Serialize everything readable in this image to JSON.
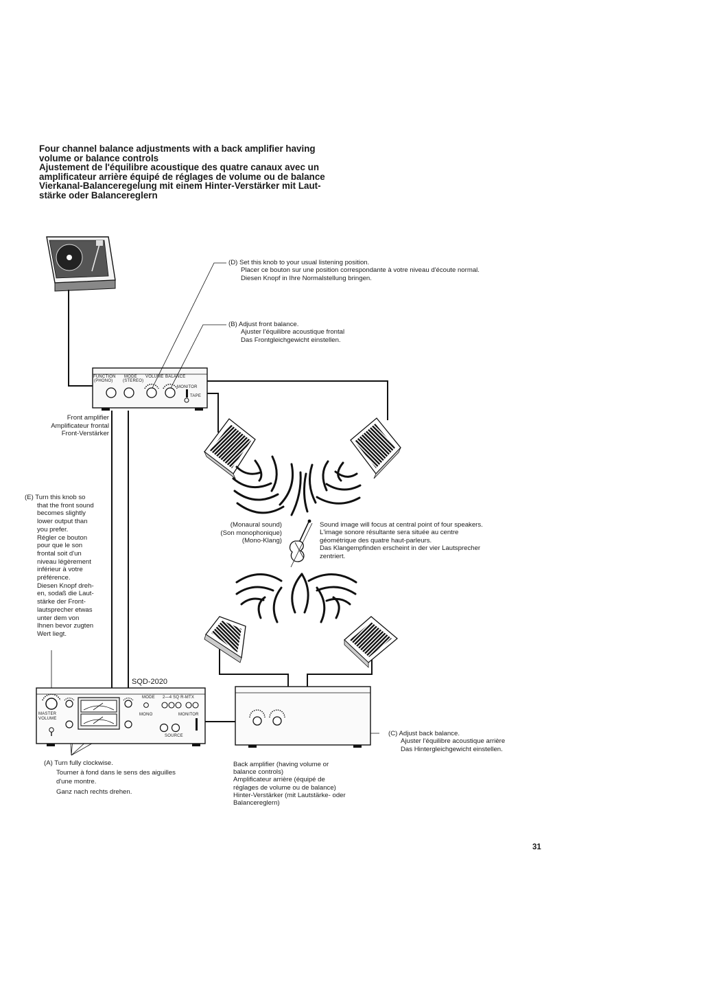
{
  "heading": {
    "en_1": "Four channel balance adjustments with a back amplifier having",
    "en_2": "volume or balance controls",
    "fr_1": "Ajustement de l'équilibre acoustique des quatre canaux avec un",
    "fr_2": "amplificateur arrière équipé de réglages de volume ou de balance",
    "de_1": "Vierkanal-Balanceregelung mit einem Hinter-Verstärker mit Laut-",
    "de_2": "stärke oder Balancereglern"
  },
  "note_d": {
    "en": "(D) Set this knob to your usual listening position.",
    "fr": "Placer ce bouton sur une position correspondante à votre niveau d'écoute normal.",
    "de": "Diesen Knopf in Ihre Normalstellung bringen."
  },
  "note_b": {
    "en": "(B) Adjust front balance.",
    "fr": "Ajuster l'équilibre acoustique frontal",
    "de": "Das Frontgleichgewicht einstellen."
  },
  "front_amp": {
    "label_en": "Front amplifier",
    "label_fr": "Amplificateur frontal",
    "label_de": "Front-Verstärker",
    "function": "FUNCTION",
    "phono": "(PHONO)",
    "mode": "MODE",
    "stereo": "(STEREO)",
    "volume": "VOLUME",
    "balance": "BALANCE",
    "monitor": "MONITOR",
    "tape": "TAPE"
  },
  "note_e": {
    "en": [
      "(E) Turn this knob so",
      "that the front sound",
      "becomes slightly",
      "lower output than",
      "you prefer."
    ],
    "fr": [
      "Régler ce bouton",
      "pour que le son",
      "frontal soit d'un",
      "niveau légèrement",
      "inférieur à votre",
      "préférence."
    ],
    "de": [
      "Diesen Knopf dreh-",
      "en, sodaß die Laut-",
      "stärke der Front-",
      "lautsprecher etwas",
      "unter dem von",
      "Ihnen bevor zugten",
      "Wert liegt."
    ]
  },
  "mono": {
    "en": "(Monaural sound)",
    "fr": "(Son monophonique)",
    "de": "(Mono-Klang)"
  },
  "sound_image": {
    "en": "Sound image will focus at central point of four speakers.",
    "fr_1": "L'image sonore résultante sera située au centre",
    "fr_2": "géométrique des quatre haut-parleurs.",
    "de_1": "Das Klangempfinden erscheint in der vier Lautsprecher",
    "de_2": "zentriert."
  },
  "decoder": {
    "model": "SQD-2020",
    "master": "MASTER",
    "volume": "VOLUME",
    "mode": "MODE",
    "modes": "2—4 SQ  R-MTX",
    "mono": "MONO",
    "monitor": "MONITOR",
    "source": "SOURCE"
  },
  "note_c": {
    "en": "(C) Adjust back balance.",
    "fr": "Ajuster l'équilibre acoustique arrière",
    "de": "Das Hintergleichgewicht einstellen."
  },
  "note_a": {
    "en": "(A) Turn fully clockwise.",
    "fr_1": "Tourner à fond dans le sens des aiguilles",
    "fr_2": "d'une montre.",
    "de": "Ganz nach rechts drehen."
  },
  "back_amp": {
    "en_1": "Back amplifier (having volume or",
    "en_2": "balance controls)",
    "fr_1": "Amplificateur arrière (équipé de",
    "fr_2": "réglages de volume ou de balance)",
    "de_1": "Hinter-Verstärker (mit Lautstärke- oder",
    "de_2": "Balancereglern)"
  },
  "page_number": "31"
}
